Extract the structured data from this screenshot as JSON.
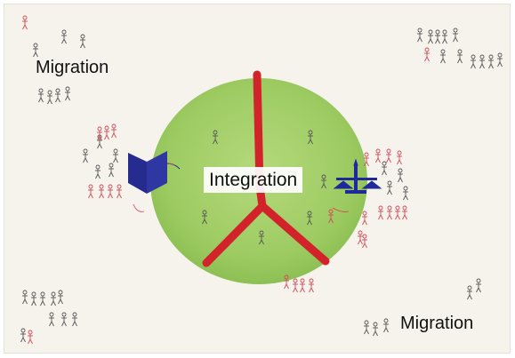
{
  "labels": {
    "migration_top": "Migration",
    "integration": "Integration",
    "migration_bottom": "Migration"
  },
  "colors": {
    "paper": "#f6f3ec",
    "globe": "#9dcb62",
    "peace_symbol": "#d2232a",
    "book": "#262c8f",
    "scale": "#1f2a9a",
    "figures_black": "#555555",
    "figures_red": "#d24a58"
  },
  "icons": [
    "stick-figure-icon",
    "book-icon",
    "balance-scale-icon",
    "peace-symbol-icon",
    "globe-icon"
  ]
}
